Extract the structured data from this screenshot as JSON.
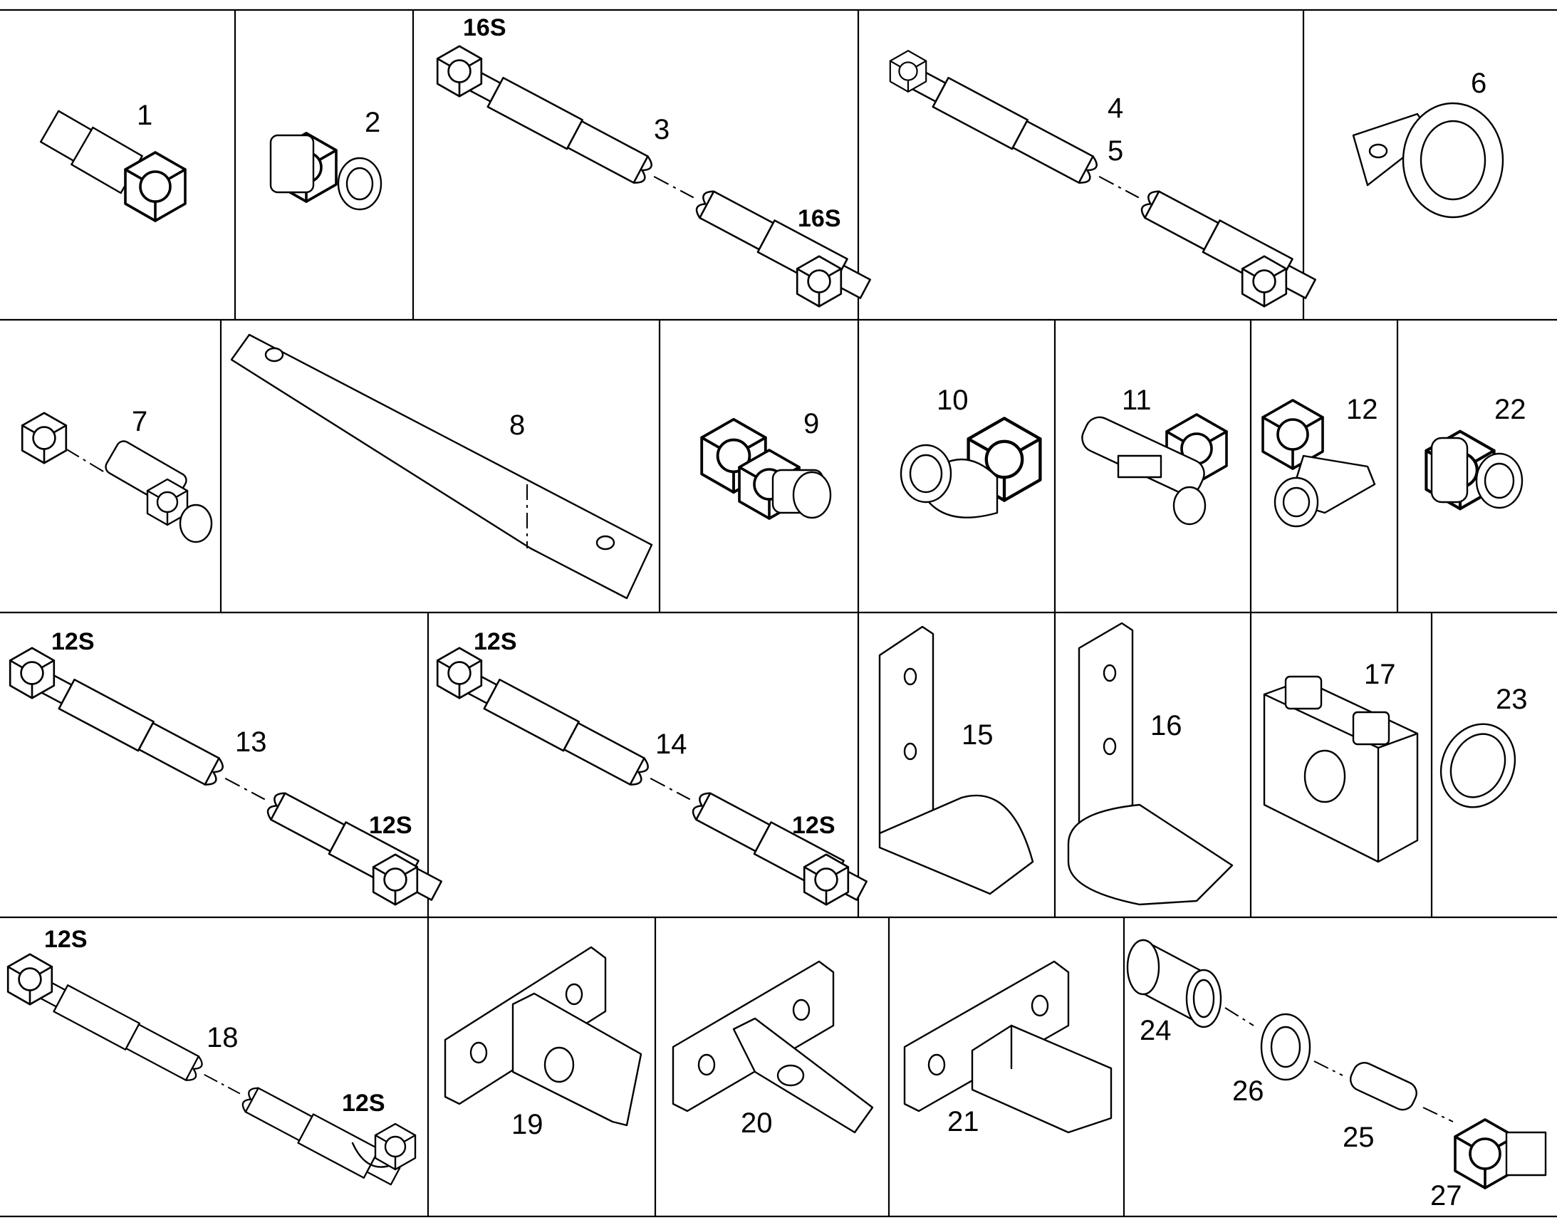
{
  "parts": [
    {
      "label": "1"
    },
    {
      "label": "2"
    },
    {
      "label": "3",
      "tags": [
        "16S",
        "16S"
      ]
    },
    {
      "label": "4"
    },
    {
      "label": "5"
    },
    {
      "label": "6"
    },
    {
      "label": "7"
    },
    {
      "label": "8"
    },
    {
      "label": "9"
    },
    {
      "label": "10"
    },
    {
      "label": "11"
    },
    {
      "label": "12"
    },
    {
      "label": "22"
    },
    {
      "label": "13",
      "tags": [
        "12S",
        "12S"
      ]
    },
    {
      "label": "14",
      "tags": [
        "12S",
        "12S"
      ]
    },
    {
      "label": "15"
    },
    {
      "label": "16"
    },
    {
      "label": "17"
    },
    {
      "label": "23"
    },
    {
      "label": "18",
      "tags": [
        "12S",
        "12S"
      ]
    },
    {
      "label": "19"
    },
    {
      "label": "20"
    },
    {
      "label": "21"
    },
    {
      "label": "24"
    },
    {
      "label": "26"
    },
    {
      "label": "25"
    },
    {
      "label": "27"
    }
  ]
}
